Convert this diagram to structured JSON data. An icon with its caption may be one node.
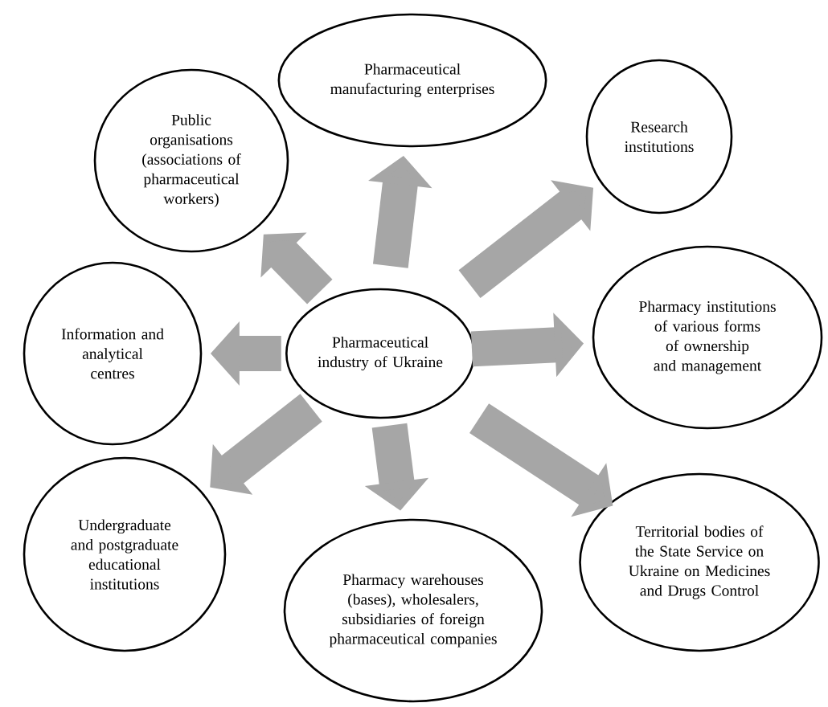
{
  "diagram": {
    "nodes": [
      {
        "text": [
          "Pharmaceutical industry of Ukraine"
        ]
      },
      {
        "text": [
          "Pharmaceutical manufacturing enterprises"
        ]
      },
      {
        "text": [
          "Research institutions"
        ]
      },
      {
        "text": [
          "Pharmacy institutions of various forms of ownership and management"
        ]
      },
      {
        "text": [
          "Territorial bodies of the State Service on Ukraine on Medicines and Drugs Control"
        ]
      },
      {
        "text": [
          "Pharmacy warehouses (bases), wholesalers, subsidiaries of foreign pharmaceutical companies"
        ]
      },
      {
        "text": [
          "Undergraduate and postgraduate educational institutions"
        ]
      },
      {
        "text": [
          "Information and analytical centres"
        ]
      },
      {
        "text": [
          "Public organisations (associations of pharmaceutical workers)"
        ]
      }
    ],
    "edges": [
      {
        "from": 0,
        "to": 1,
        "arrow": "to"
      },
      {
        "from": 0,
        "to": 2,
        "arrow": "to"
      },
      {
        "from": 0,
        "to": 3,
        "arrow": "to"
      },
      {
        "from": 0,
        "to": 4,
        "arrow": "to"
      },
      {
        "from": 0,
        "to": 5,
        "arrow": "to"
      },
      {
        "from": 0,
        "to": 6,
        "arrow": "to"
      },
      {
        "from": 0,
        "to": 7,
        "arrow": "to"
      },
      {
        "from": 0,
        "to": 8,
        "arrow": "to"
      }
    ]
  }
}
